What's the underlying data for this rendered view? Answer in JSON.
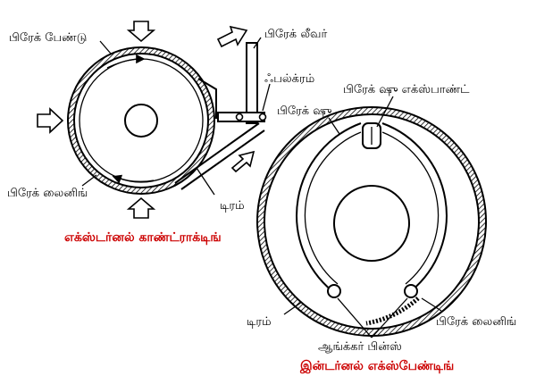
{
  "labels": {
    "external": {
      "brake_band": "பிரேக் பேண்டு",
      "brake_lever": "பிரேக் லீவர்",
      "fulcrum": "ஃபல்க்ரம்",
      "brake_lining": "பிரேக் லைனிங்",
      "drum": "டிரம்",
      "caption": "எக்ஸ்டர்னல் காண்ட்ராக்டிங்"
    },
    "internal": {
      "brake_shoe_expander": "பிரேக் ஷு எக்ஸ்பாண்ட்",
      "brake_shoe": "பிரேக் ஷு",
      "drum": "டிரம்",
      "brake_lining": "பிரேக் லைனிங்",
      "anchor_pins": "ஆங்க்கர் பின்ஸ்",
      "caption": "இன்டர்னல் எக்ஸ்பேண்டிங்"
    }
  },
  "colors": {
    "ink": "#000000",
    "caption": "#cc0000",
    "background": "#ffffff"
  }
}
